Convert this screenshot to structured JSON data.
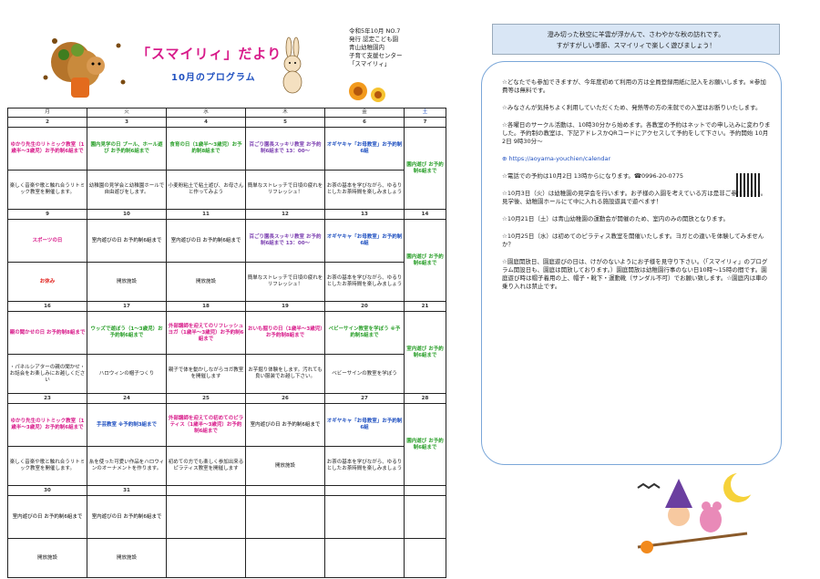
{
  "header": {
    "title": "「スマイリィ」だより",
    "subtitle": "10月のプログラム"
  },
  "info": {
    "lines": [
      "令和5年10月 NO.7",
      "発行 認定こども園",
      "青山幼稚園内",
      "子育て支援センター",
      "「スマイリィ」"
    ]
  },
  "banner": {
    "line1": "澄み切った秋空に羊雲が浮かんで、さわやかな秋の訪れです。",
    "line2": "すがすがしい季節、スマイリィで楽しく遊びましょう！"
  },
  "calendar": {
    "days": [
      "月",
      "火",
      "水",
      "木",
      "金",
      "土"
    ],
    "weeks": [
      {
        "dates": [
          "2",
          "3",
          "4",
          "5",
          "6",
          "7"
        ],
        "events": [
          {
            "text": "ゆかり先生のリトミック教室（1歳半〜3歳児）お予約制6組まで",
            "cls": "pink"
          },
          {
            "text": "園内見学の日 プール、ホール遊び お予約制6組まで",
            "cls": "green"
          },
          {
            "text": "食育の日（1歳半〜3歳児）お予約制8組まで",
            "cls": "green"
          },
          {
            "text": "百ごり園長スッキリ教室 お予約制6組まで 13：00〜",
            "cls": "purple"
          },
          {
            "text": "オギヤキャ「お母教室」お予約制6組",
            "cls": "dblue"
          },
          {
            "text": "園内遊び お予約制6組まで",
            "cls": "sat-box"
          }
        ],
        "details": [
          "楽しく音楽や歌と触れ合うリトミック教室を開催します。",
          "幼稚園の見学会と幼稚園ホールで自由遊びをします。",
          "小麦粉粘土で粘土遊び、お母さんと作ってみよう",
          "簡単なストレッチで日頃の疲れをリフレッシュ！",
          "お茶の基本を学びながら、ゆるりとしたお茶時間を楽しみましょう"
        ]
      },
      {
        "dates": [
          "9",
          "10",
          "11",
          "12",
          "13",
          "14"
        ],
        "events": [
          {
            "text": "スポーツの日",
            "cls": "pink"
          },
          {
            "text": "室内遊びの日 お予約制6組まで",
            "cls": ""
          },
          {
            "text": "室内遊びの日 お予約制6組まで",
            "cls": ""
          },
          {
            "text": "百ごり園長スッキリ教室 お予約制6組まで 13：00〜",
            "cls": "purple"
          },
          {
            "text": "オギヤキャ「お母教室」お予約制6組",
            "cls": "dblue"
          },
          {
            "text": "園内遊び お予約制6組まで",
            "cls": "sat-box"
          }
        ],
        "details": [
          "お休み",
          "開放施設",
          "開放施設",
          "簡単なストレッチで日頃の疲れをリフレッシュ！",
          "お茶の基本を学びながら、ゆるりとしたお茶時間を楽しみましょう"
        ]
      },
      {
        "dates": [
          "16",
          "17",
          "18",
          "19",
          "20",
          "21"
        ],
        "events": [
          {
            "text": "親の聞かせの日 お予約制8組まで",
            "cls": "pink"
          },
          {
            "text": "ウッズで遊ぼう（1〜3歳児）お予約制6組まで",
            "cls": "green"
          },
          {
            "text": "外部講師を迎えてのリフレッシュヨガ（1歳半〜3歳児）お予約制6組まで",
            "cls": "pink"
          },
          {
            "text": "おいも掘りの日（1歳半〜3歳児）お予約制8組まで",
            "cls": "pink"
          },
          {
            "text": "ベビーサイン教室を学ぼう ※予約制5組まで",
            "cls": "green"
          },
          {
            "text": "室内遊び お予約制6組まで",
            "cls": "sat-box"
          }
        ],
        "details": [
          "・パネルシアターの親の聞かせ・お話会をお楽しみにお越しください",
          "ハロウィンの帽子つくり",
          "親子で体を動かしながらヨガ教室を開催します",
          "お芋掘り体験をします。汚れても良い服装でお越し下さい。",
          "ベビーサインの教室を学ぼう"
        ]
      },
      {
        "dates": [
          "23",
          "24",
          "25",
          "26",
          "27",
          "28"
        ],
        "events": [
          {
            "text": "ゆかり先生のリトミック教室（1歳半〜3歳児）お予約制6組まで",
            "cls": "pink"
          },
          {
            "text": "手芸教室 ※予約制3組まで",
            "cls": "dblue"
          },
          {
            "text": "外部講師を迎えての初めてのピラティス（1歳半〜3歳児）お予約制6組まで",
            "cls": "pink"
          },
          {
            "text": "室内遊びの日 お予約制6組まで",
            "cls": ""
          },
          {
            "text": "オギヤキャ「お母教室」お予約制6組",
            "cls": "dblue"
          },
          {
            "text": "園内遊び お予約制6組まで",
            "cls": "sat-box"
          }
        ],
        "details": [
          "楽しく音楽や歌と触れ合うリトミック教室を開催します。",
          "糸を使った可愛い作品をハロウィンのオーナメントを作ります。",
          "初めての方でも楽しく参加出来るピラティス教室を開催します",
          "開放施設",
          "お茶の基本を学びながら、ゆるりとしたお茶時間を楽しみましょう"
        ]
      },
      {
        "dates": [
          "30",
          "31"
        ],
        "events": [
          {
            "text": "室内遊びの日 お予約制6組まで",
            "cls": ""
          },
          {
            "text": "室内遊びの日 お予約制6組まで",
            "cls": ""
          }
        ],
        "details": [
          "開放施設",
          "開放施設"
        ]
      }
    ]
  },
  "notices": [
    {
      "text": "☆どなたでも参加できますが、今年度初めて利用の方は全員登録用紙に記入をお願いします。※参加費等は無料です。"
    },
    {
      "text": "☆みなさんが気持ちよく利用していただくため、発熱等の方の未就での入室はお断りいたします。"
    },
    {
      "text": "☆各曜日のサークル活動は、10時30分から始めます。各教室の予約はネットでの申し込みに変わりました。予約制の教室は、下記アドレスかQRコードにアクセスして予約をして下さい。予約開始 10月 2日 9時30分〜"
    },
    {
      "text": "⊕ https://aoyama-youchien/calendar"
    },
    {
      "text": "☆電話での予約は10月2日 13時からになります。☎0996-20-0775"
    },
    {
      "text": "☆10月3日（火）は幼稚園の見学会を行います。お子様の入園を考えている方は是非ご参加下さい。見学後、幼稚園ホールにて中に入れる施設遊具で遊べます！"
    },
    {
      "text": "☆10月21日（土）は青山幼稚園の運動会が開催のため、室内のみの開放となります。"
    },
    {
      "text": "☆10月25日（水）は初めてのピラティス教室を開催いたします。ヨガとの違いを体験してみませんか？"
    },
    {
      "text": "☆園庭開放日、園庭遊びの日は、けがのないようにお子様を見守り下さい。（「スマイリィ」のプログラム開設日も、園庭は開放しております。）園庭開放は幼稚園行事のない日10時〜15時の間です。園庭遊び時は帽子着用の上、帽子・靴下・運動靴（サンダル不可）でお願い致します。☆園庭内は車の乗り入れは禁止です。"
    }
  ]
}
